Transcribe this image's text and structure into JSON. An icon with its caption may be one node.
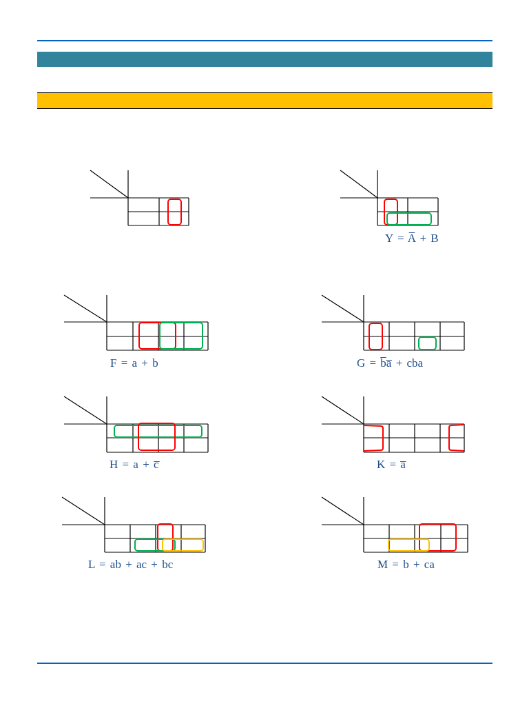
{
  "diagram": {
    "nodes": [
      {
        "text": [],
        "shape": "bar"
      },
      {
        "text": [],
        "shape": "bar"
      }
    ],
    "labels": [
      "Y = A̅ + B",
      "F = a + b",
      "G = b̅a̅ + cba",
      "H = a + c̅",
      "K = a̅",
      "L = ab + ac + bc",
      "M = b + ca"
    ]
  }
}
